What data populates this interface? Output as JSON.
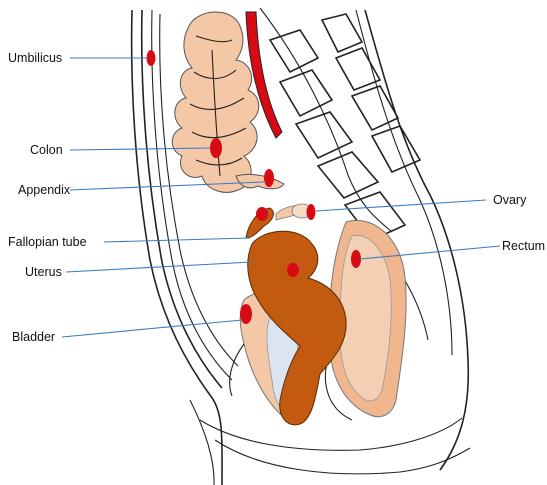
{
  "labels": {
    "umbilicus": "Umbilicus",
    "colon": "Colon",
    "appendix": "Appendix",
    "fallopian_tube": "Fallopian tube",
    "uterus": "Uterus",
    "bladder": "Bladder",
    "ovary": "Ovary",
    "rectum": "Rectum"
  },
  "colors": {
    "marker_red": "#d80a14",
    "colon_peach": "#f4c7a6",
    "uterus_brown": "#c25a10",
    "rectum_tan": "#f0b78f",
    "rectum_inner": "#f3cfb3",
    "bladder_blue": "#dbe5f2",
    "leader_blue": "#3a7cc4"
  }
}
